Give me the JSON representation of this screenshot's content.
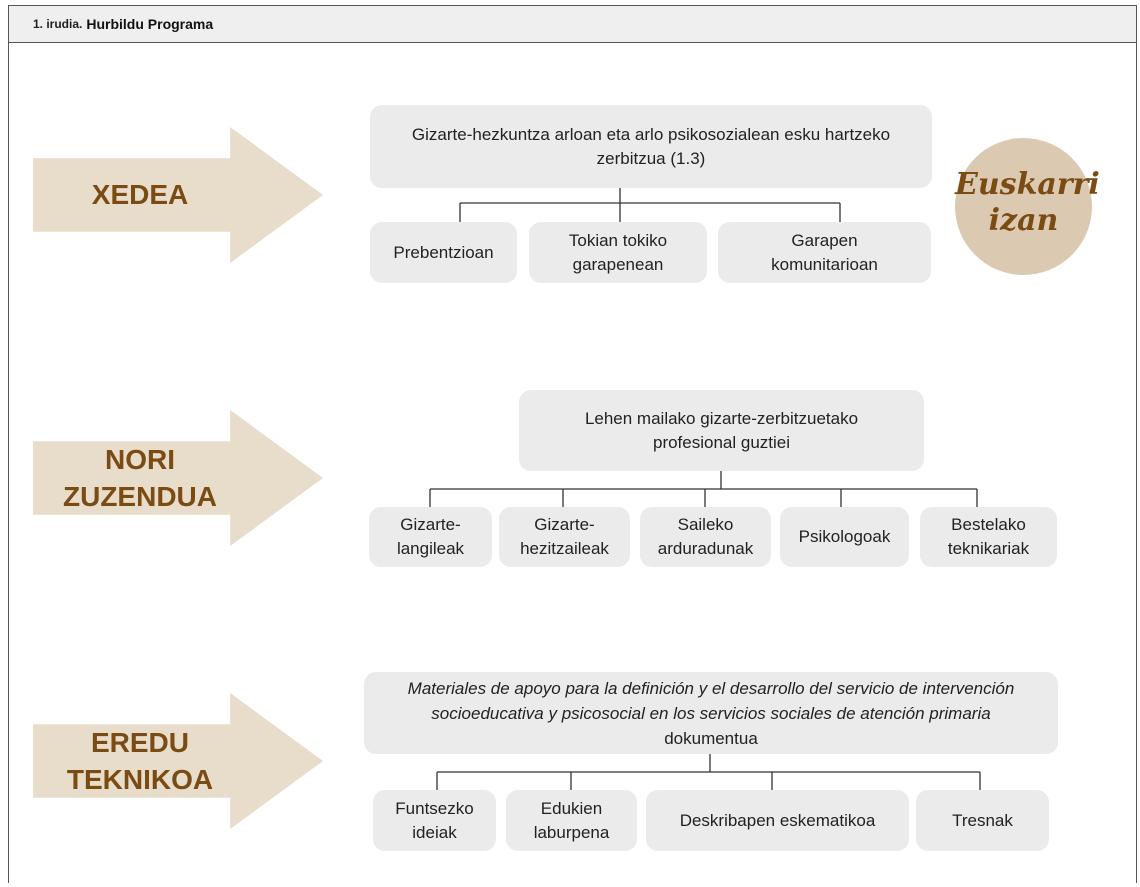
{
  "header": {
    "figure_number": "1. irudia.",
    "title": "Hurbildu Programa"
  },
  "badge": {
    "line1": "Euskarri",
    "line2": "izan",
    "color": "#7a4b12",
    "background": "#dbc9b1"
  },
  "sections": {
    "xedea": {
      "label": "XEDEA",
      "main": "Gizarte-hezkuntza arloan eta arlo psikosozialean esku hartzeko zerbitzua (1.3)",
      "items": [
        "Prebentzioan",
        "Tokian tokiko garapenean",
        "Garapen komunitarioan"
      ]
    },
    "nori": {
      "label_line1": "NORI",
      "label_line2": "ZUZENDUA",
      "main": "Lehen mailako gizarte-zerbitzuetako profesional guztiei",
      "items": [
        "Gizarte-langileak",
        "Gizarte-hezitzaileak",
        "Saileko arduradunak",
        "Psikologoak",
        "Bestelako teknikariak"
      ]
    },
    "eredu": {
      "label_line1": "EREDU",
      "label_line2": "TEKNIKOA",
      "main_italic": "Materiales de apoyo para la definición y el desarrollo del servicio de intervención socioeducativa y psicosocial en los servicios sociales de atención primaria",
      "main_suffix": "dokumentua",
      "items": [
        "Funtsezko ideiak",
        "Edukien laburpena",
        "Deskribapen eskematikoa",
        "Tresnak"
      ]
    }
  },
  "colors": {
    "arrow_fill": "#e8dccb",
    "label_text": "#7a4b12",
    "box_fill": "#ebebeb",
    "header_fill": "#efefef"
  }
}
